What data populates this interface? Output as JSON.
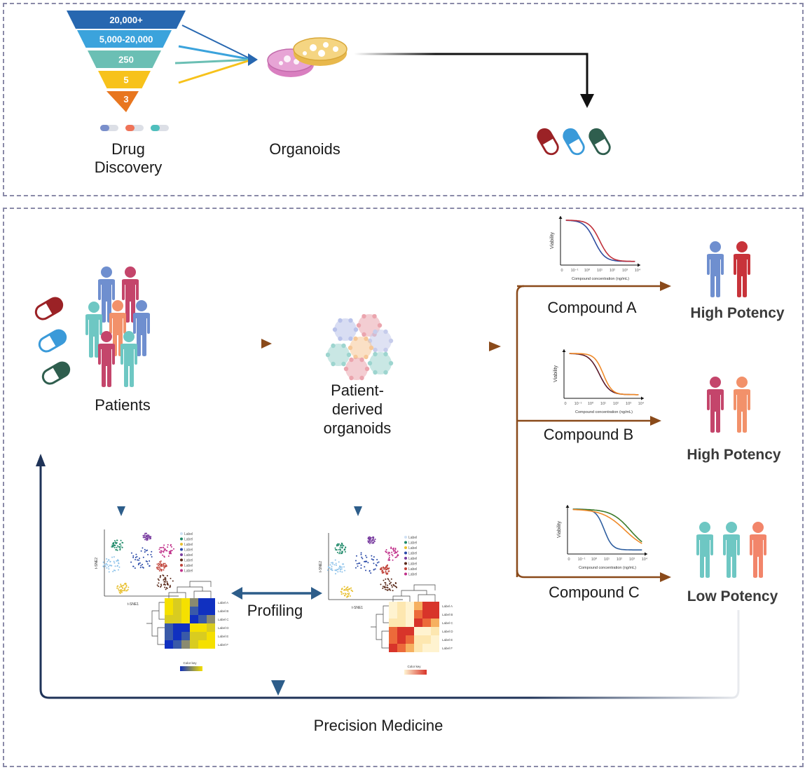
{
  "top_panel": {
    "funnel": {
      "levels": [
        {
          "label": "20,000+",
          "color": "#2767b0"
        },
        {
          "label": "5,000-20,000",
          "color": "#3ba3dc"
        },
        {
          "label": "250",
          "color": "#6bbfb4"
        },
        {
          "label": "5",
          "color": "#f7c21b"
        },
        {
          "label": "3",
          "color": "#e8761f"
        }
      ],
      "pill_colors": [
        "#7a8fcb",
        "#ef7358",
        "#4fbfbd"
      ]
    },
    "drug_discovery_label": "Drug Discovery",
    "organoids_label": "Organoids",
    "output_pills": [
      "#9b2226",
      "#3a9ad9",
      "#2f5e4e"
    ]
  },
  "bottom_panel": {
    "patients_label": "Patients",
    "patient_pills": [
      "#9b2226",
      "#3a9ad9",
      "#2f5e4e"
    ],
    "pdo_label_lines": [
      "Patient-",
      "derived",
      "organoids"
    ],
    "profiling_label": "Profiling",
    "precision_medicine_label": "Precision Medicine",
    "compounds": [
      {
        "name": "Compound A",
        "outcome": "High Potency",
        "people": [
          "#6f8fcf",
          "#c8333a"
        ]
      },
      {
        "name": "Compound B",
        "outcome": "High Potency",
        "people": [
          "#c4456b",
          "#f2916a"
        ]
      },
      {
        "name": "Compound C",
        "outcome": "Low Potency",
        "people": [
          "#6ec7c3",
          "#6ec7c3",
          "#f2856a"
        ]
      }
    ],
    "tsne_legend": [
      "Label",
      "Label",
      "Label",
      "Label",
      "Label",
      "Label",
      "Label",
      "Label"
    ],
    "heatmap_rows": [
      "Label A",
      "Label B",
      "Label C",
      "Label D",
      "Label E",
      "Label F"
    ],
    "color_key_label": "Color key",
    "tsne_xlabel": "t-SNE1",
    "tsne_ylabel": "t-SNE2"
  },
  "chart_data": [
    {
      "type": "line",
      "title": "Compound A",
      "xlabel": "Compound concentration (ng/mL)",
      "ylabel": "Viability",
      "x_ticks": [
        "0",
        "10⁻¹",
        "10⁰",
        "10¹",
        "10²",
        "10³",
        "10⁴"
      ],
      "series": [
        {
          "name": "blue",
          "color": "#2f4da0",
          "ic50_log": 0.7,
          "top": 1.0,
          "bottom": 0.02,
          "hill": 1.1
        },
        {
          "name": "red",
          "color": "#c0303a",
          "ic50_log": 1.1,
          "top": 1.0,
          "bottom": 0.02,
          "hill": 1.1
        }
      ]
    },
    {
      "type": "line",
      "title": "Compound B",
      "xlabel": "Compound concentration (ng/mL)",
      "ylabel": "Viability",
      "x_ticks": [
        "0",
        "10⁻¹",
        "10⁰",
        "10¹",
        "10²",
        "10³",
        "10⁴"
      ],
      "series": [
        {
          "name": "dark",
          "color": "#5a1a2a",
          "ic50_log": 0.8,
          "top": 1.0,
          "bottom": 0.02,
          "hill": 1.1
        },
        {
          "name": "orange",
          "color": "#ef8a2a",
          "ic50_log": 1.1,
          "top": 1.0,
          "bottom": 0.02,
          "hill": 1.3
        }
      ]
    },
    {
      "type": "line",
      "title": "Compound C",
      "xlabel": "Compound concentration (ng/mL)",
      "ylabel": "Viability",
      "x_ticks": [
        "0",
        "10⁻¹",
        "10⁰",
        "10¹",
        "10²",
        "10³",
        "10⁴"
      ],
      "series": [
        {
          "name": "blue",
          "color": "#2f5fa0",
          "ic50_log": 0.9,
          "top": 1.0,
          "bottom": 0.03,
          "hill": 1.4
        },
        {
          "name": "green",
          "color": "#3d7a2a",
          "ic50_log": 2.9,
          "top": 1.0,
          "bottom": 0.0,
          "hill": 0.6
        },
        {
          "name": "orange",
          "color": "#ef8a2a",
          "ic50_log": 2.5,
          "top": 1.0,
          "bottom": 0.0,
          "hill": 0.5
        }
      ]
    }
  ]
}
